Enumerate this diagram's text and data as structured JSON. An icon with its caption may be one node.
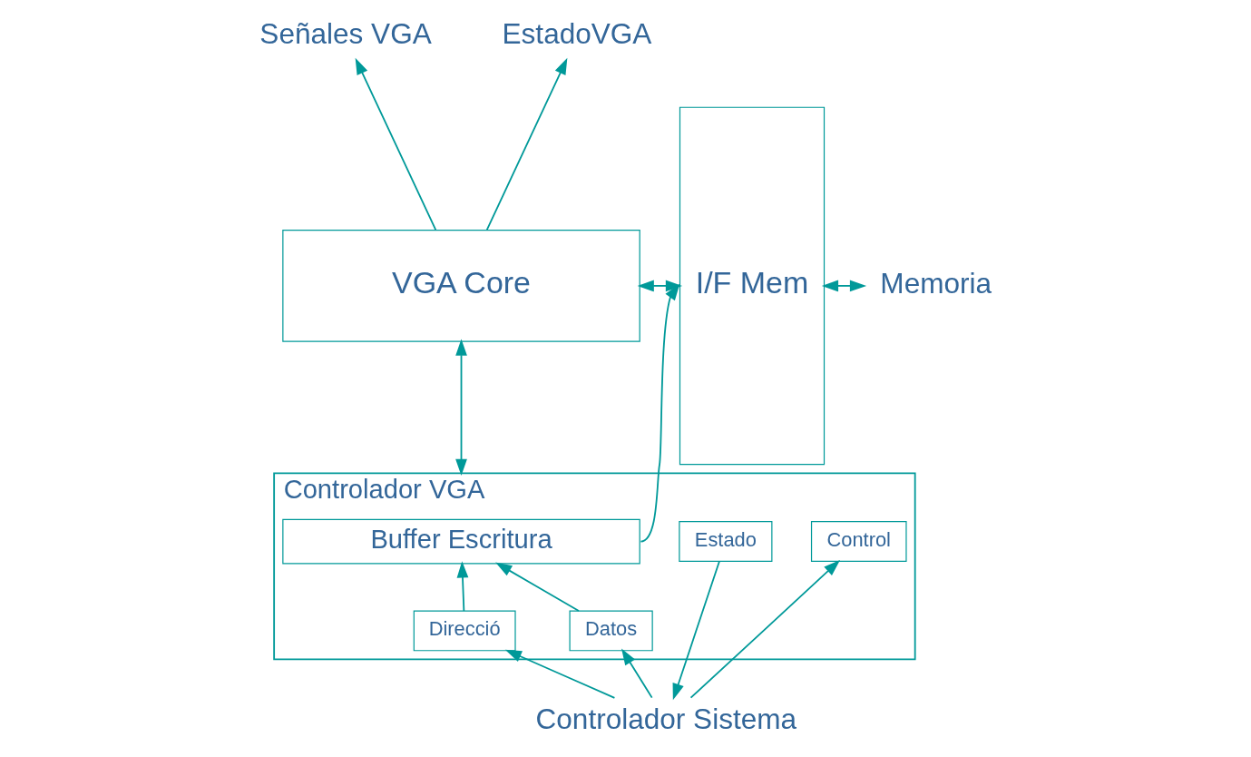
{
  "diagram": {
    "nodes": [
      {
        "text": [
          "Señales VGA"
        ]
      },
      {
        "text": [
          "EstadoVGA"
        ]
      },
      {
        "text": [
          "VGA Core"
        ]
      },
      {
        "text": [
          "I/F Mem"
        ]
      },
      {
        "text": [
          "Memoria"
        ]
      },
      {
        "text": [
          "Controlador VGA"
        ]
      },
      {
        "text": [
          "Buffer Escritura"
        ],
        "in": 5
      },
      {
        "text": [
          "Direcció"
        ],
        "in": 5
      },
      {
        "text": [
          "Datos"
        ],
        "in": 5
      },
      {
        "text": [
          "Estado"
        ],
        "in": 5
      },
      {
        "text": [
          "Control"
        ],
        "in": 5
      },
      {
        "text": [
          "Controlador Sistema"
        ]
      }
    ],
    "edges": [
      {
        "from": 2,
        "to": 0,
        "arrow": "to"
      },
      {
        "from": 2,
        "to": 1,
        "arrow": "to"
      },
      {
        "from": 2,
        "to": 3,
        "arrow": "both"
      },
      {
        "from": 2,
        "to": 5,
        "arrow": "both"
      },
      {
        "from": 6,
        "to": 3,
        "arrow": "to"
      },
      {
        "from": 7,
        "to": 6,
        "arrow": "to"
      },
      {
        "from": 8,
        "to": 6,
        "arrow": "to"
      },
      {
        "from": 11,
        "to": 7,
        "arrow": "to"
      },
      {
        "from": 11,
        "to": 8,
        "arrow": "to"
      },
      {
        "from": 9,
        "to": 11,
        "arrow": "to"
      },
      {
        "from": 11,
        "to": 10,
        "arrow": "to"
      },
      {
        "from": 3,
        "to": 4,
        "arrow": "both"
      }
    ]
  }
}
